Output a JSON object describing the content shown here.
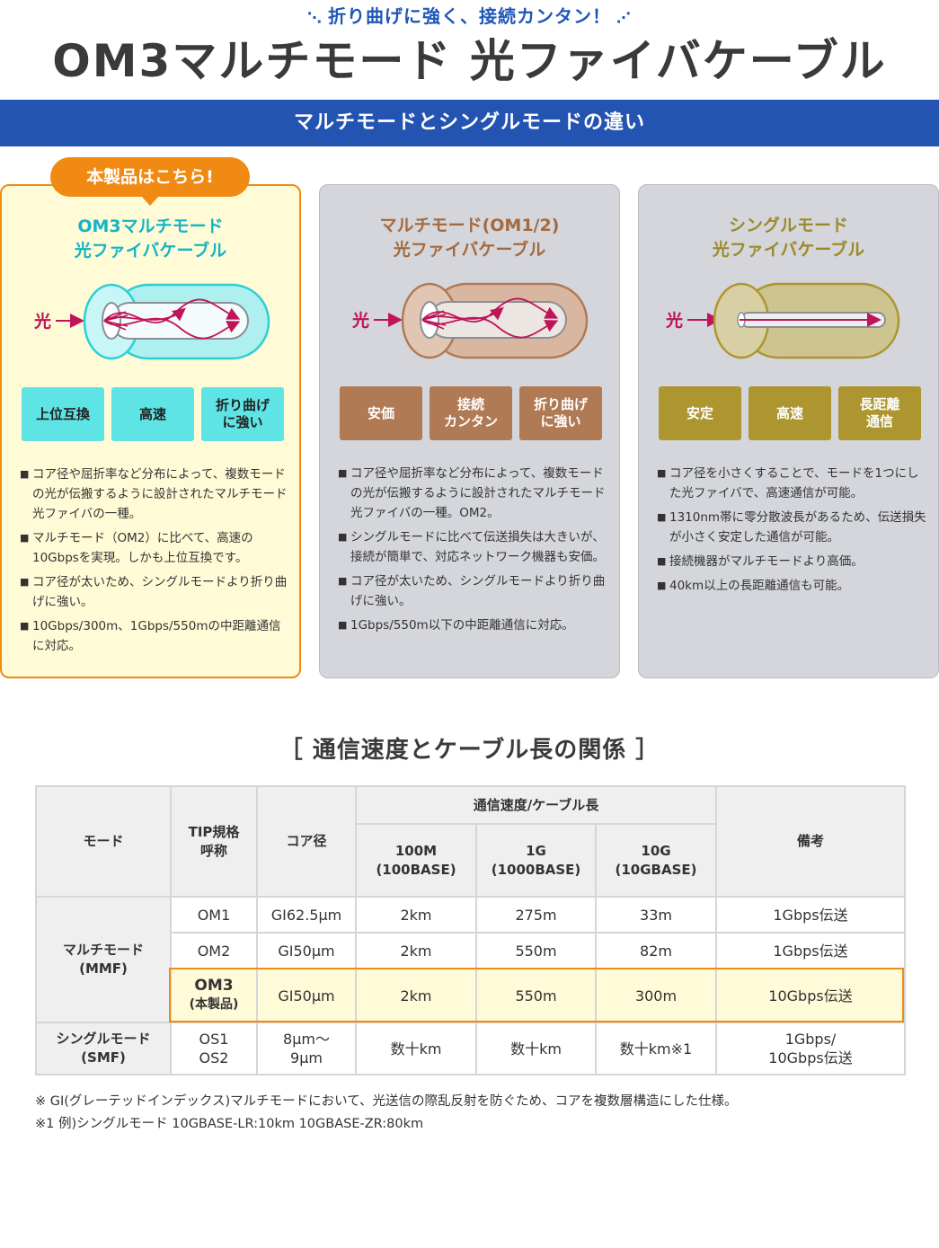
{
  "header": {
    "tagline": "折り曲げに強く、接続カンタン！",
    "title": "OM3マルチモード 光ファイバケーブル"
  },
  "section_bar": "マルチモードとシングルモードの違い",
  "cards": [
    {
      "badge": "本製品はこちら!",
      "title_line1": "OM3マルチモード",
      "title_line2": "光ファイバケーブル",
      "light_label": "光",
      "buttons": [
        "上位互換",
        "高速",
        "折り曲げ\nに強い"
      ],
      "bullets": [
        "コア径や屈折率など分布によって、複数モードの光が伝搬するように設計されたマルチモード光ファイバの一種。",
        "マルチモード（OM2）に比べて、高速の10Gbpsを実現。しかも上位互換です。",
        "コア径が太いため、シングルモードより折り曲げに強い。",
        "10Gbps/300m、1Gbps/550mの中距離通信に対応。"
      ]
    },
    {
      "title_line1": "マルチモード(OM1/2)",
      "title_line2": "光ファイバケーブル",
      "light_label": "光",
      "buttons": [
        "安価",
        "接続\nカンタン",
        "折り曲げ\nに強い"
      ],
      "bullets": [
        "コア径や屈折率など分布によって、複数モードの光が伝搬するように設計されたマルチモード光ファイバの一種。OM2。",
        "シングルモードに比べて伝送損失は大きいが、接続が簡単で、対応ネットワーク機器も安価。",
        "コア径が太いため、シングルモードより折り曲げに強い。",
        "1Gbps/550m以下の中距離通信に対応。"
      ]
    },
    {
      "title_line1": "シングルモード",
      "title_line2": "光ファイバケーブル",
      "light_label": "光",
      "buttons": [
        "安定",
        "高速",
        "長距離\n通信"
      ],
      "bullets": [
        "コア径を小さくすることで、モードを1つにした光ファイバで、高速通信が可能。",
        "1310nm帯に零分散波長があるため、伝送損失が小さく安定した通信が可能。",
        "接続機器がマルチモードより高価。",
        "40km以上の長距離通信も可能。"
      ]
    }
  ],
  "colors": {
    "accent_blue": "#2454b2",
    "orange": "#f08a12",
    "cyan": "#14b4c6",
    "brown": "#a46a3f",
    "gold": "#9c8a2a",
    "highlight": "#fffad8"
  },
  "relation_heading": "［ 通信速度とケーブル長の関係 ］",
  "table": {
    "headers": {
      "mode": "モード",
      "tip": "TIP規格\n呼称",
      "core": "コア径",
      "speed_group": "通信速度/ケーブル長",
      "s100": "100M\n(100BASE)",
      "s1g": "1G\n(1000BASE)",
      "s10g": "10G\n(10GBASE)",
      "note": "備考"
    },
    "mmf_label": "マルチモード\n(MMF)",
    "smf_label": "シングルモード\n(SMF)",
    "rows": [
      {
        "tip": "OM1",
        "core": "GI62.5μm",
        "s100": "2km",
        "s1g": "275m",
        "s10g": "33m",
        "note": "1Gbps伝送"
      },
      {
        "tip": "OM2",
        "core": "GI50μm",
        "s100": "2km",
        "s1g": "550m",
        "s10g": "82m",
        "note": "1Gbps伝送"
      },
      {
        "tip": "OM3",
        "tip_sub": "(本製品)",
        "core": "GI50μm",
        "s100": "2km",
        "s1g": "550m",
        "s10g": "300m",
        "note": "10Gbps伝送"
      },
      {
        "tip": "OS1\nOS2",
        "core": "8μm〜\n9μm",
        "s100": "数十km",
        "s1g": "数十km",
        "s10g": "数十km※1",
        "note": "1Gbps/\n10Gbps伝送"
      }
    ]
  },
  "notes": [
    "※ GI(グレーテッドインデックス)マルチモードにおいて、光送信の際乱反射を防ぐため、コアを複数層構造にした仕様。",
    "※1 例)シングルモード 10GBASE-LR:10km 10GBASE-ZR:80km"
  ]
}
